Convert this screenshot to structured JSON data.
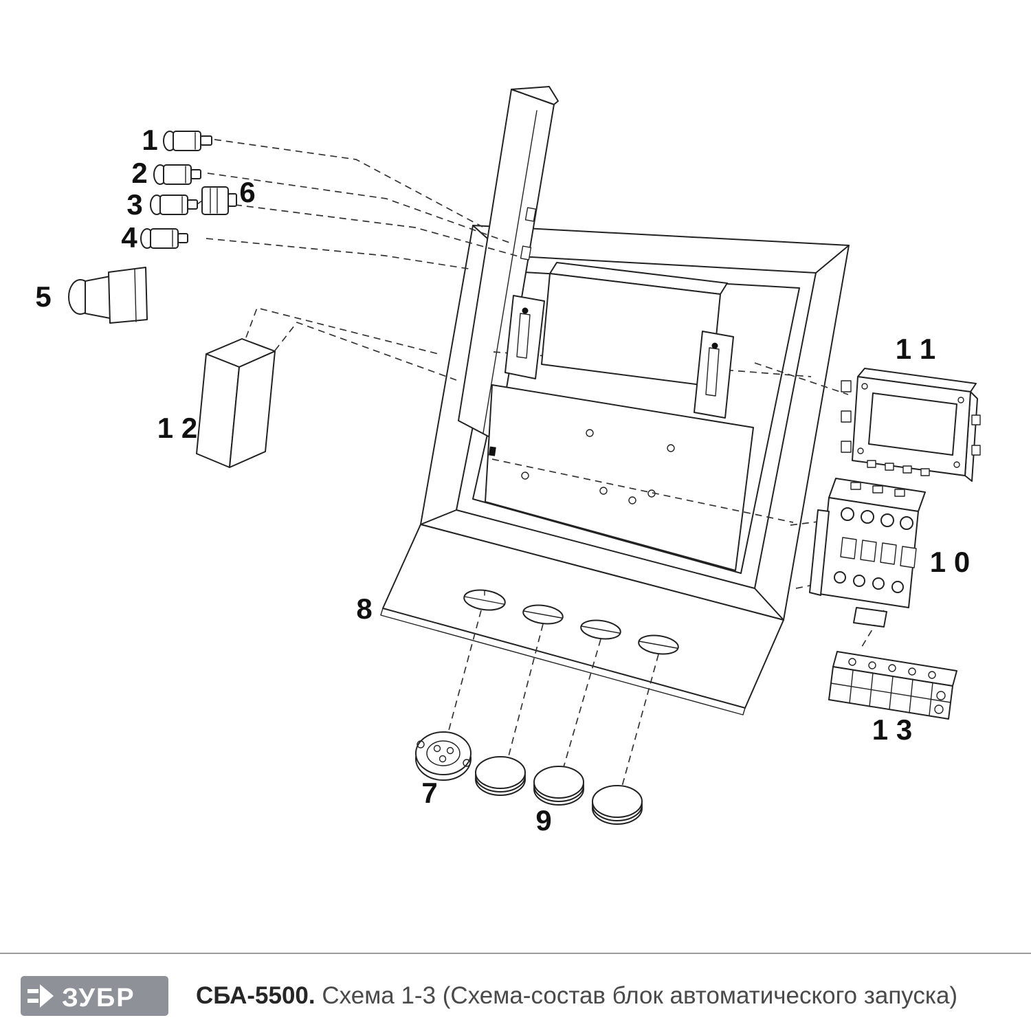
{
  "diagram": {
    "labels": {
      "p1": "1",
      "p2": "2",
      "p3": "3",
      "p4": "4",
      "p5": "5",
      "p6": "6",
      "p7": "7",
      "p8": "8",
      "p9": "9",
      "p10": "1 0",
      "p11": "1 1",
      "p12": "1 2",
      "p13": "1 3"
    }
  },
  "footer": {
    "brand": "ЗУБР",
    "model": "СБА-5500.",
    "subtitle": "Схема 1-3 (Схема-состав блок автоматического запуска)"
  },
  "colors": {
    "line": "#222222",
    "brand_bg": "#8e9298",
    "brand_text": "#ffffff",
    "caption_text": "#4a4a4a"
  }
}
